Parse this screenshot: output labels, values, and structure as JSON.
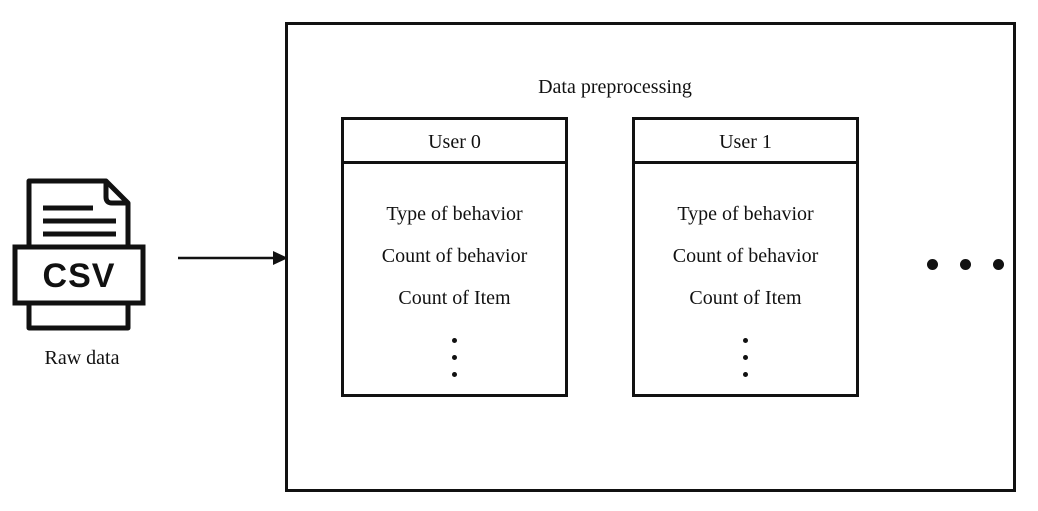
{
  "source": {
    "icon": "csv-file-icon",
    "file_type_label": "CSV",
    "caption": "Raw data"
  },
  "arrow": {
    "icon": "right-arrow-icon",
    "direction": "right"
  },
  "panel": {
    "title": "Data preprocessing",
    "tables": [
      {
        "header": "User 0",
        "rows": [
          "Type of behavior",
          "Count of behavior",
          "Count of Item"
        ],
        "more_rows_icon": "vertical-ellipsis"
      },
      {
        "header": "User 1",
        "rows": [
          "Type of behavior",
          "Count of behavior",
          "Count of Item"
        ],
        "more_rows_icon": "vertical-ellipsis"
      }
    ],
    "more_users_icon": "horizontal-ellipsis"
  },
  "colors": {
    "stroke": "#111111",
    "background": "#ffffff"
  }
}
